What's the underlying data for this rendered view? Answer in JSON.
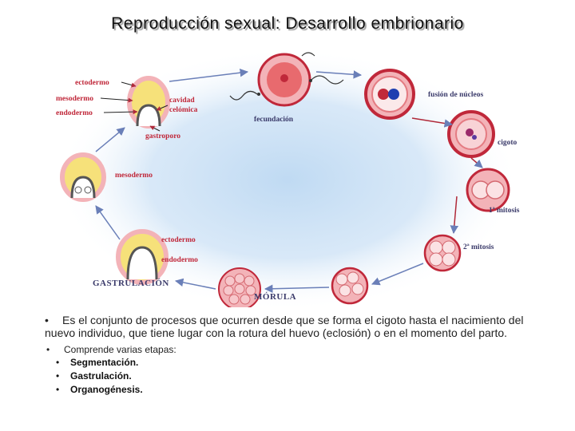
{
  "title": "Reproducción sexual: Desarrollo embrionario",
  "diagram": {
    "labels": {
      "fecundacion": "fecundación",
      "fusion_nucleos": "fusión de núcleos",
      "cigoto": "cigoto",
      "mitosis1": "1ª mitosis",
      "mitosis2": "2ª mitosis",
      "morula": "MÓRULA",
      "gastrulacion": "GASTRULACIÓN",
      "ectodermo_gastrula": "ectodermo",
      "endodermo_gastrula": "endodermo",
      "mesodermo_mid": "mesodermo",
      "ectodermo_top": "ectodermo",
      "mesodermo_top": "mesodermo",
      "endodermo_top": "endodermo",
      "cavidad_celomica_1": "cavidad",
      "cavidad_celomica_2": "celómica",
      "gastroporo": "gastroporo"
    },
    "colors": {
      "background_glow": "#bcd8f2",
      "cell_fill": "#f3b3b8",
      "cell_border": "#c0283a",
      "yolk": "#f6e17a",
      "arrow": "#6a7fb8"
    }
  },
  "text": {
    "paragraph": "Es el conjunto  de procesos que ocurren desde que se forma el cigoto hasta el nacimiento del nuevo individuo, que tiene lugar con la rotura del huevo (eclosión) o en el momento del parto.",
    "intro": "Comprende varias etapas:",
    "stages": [
      "Segmentación.",
      "Gastrulación.",
      "Organogénesis."
    ]
  }
}
